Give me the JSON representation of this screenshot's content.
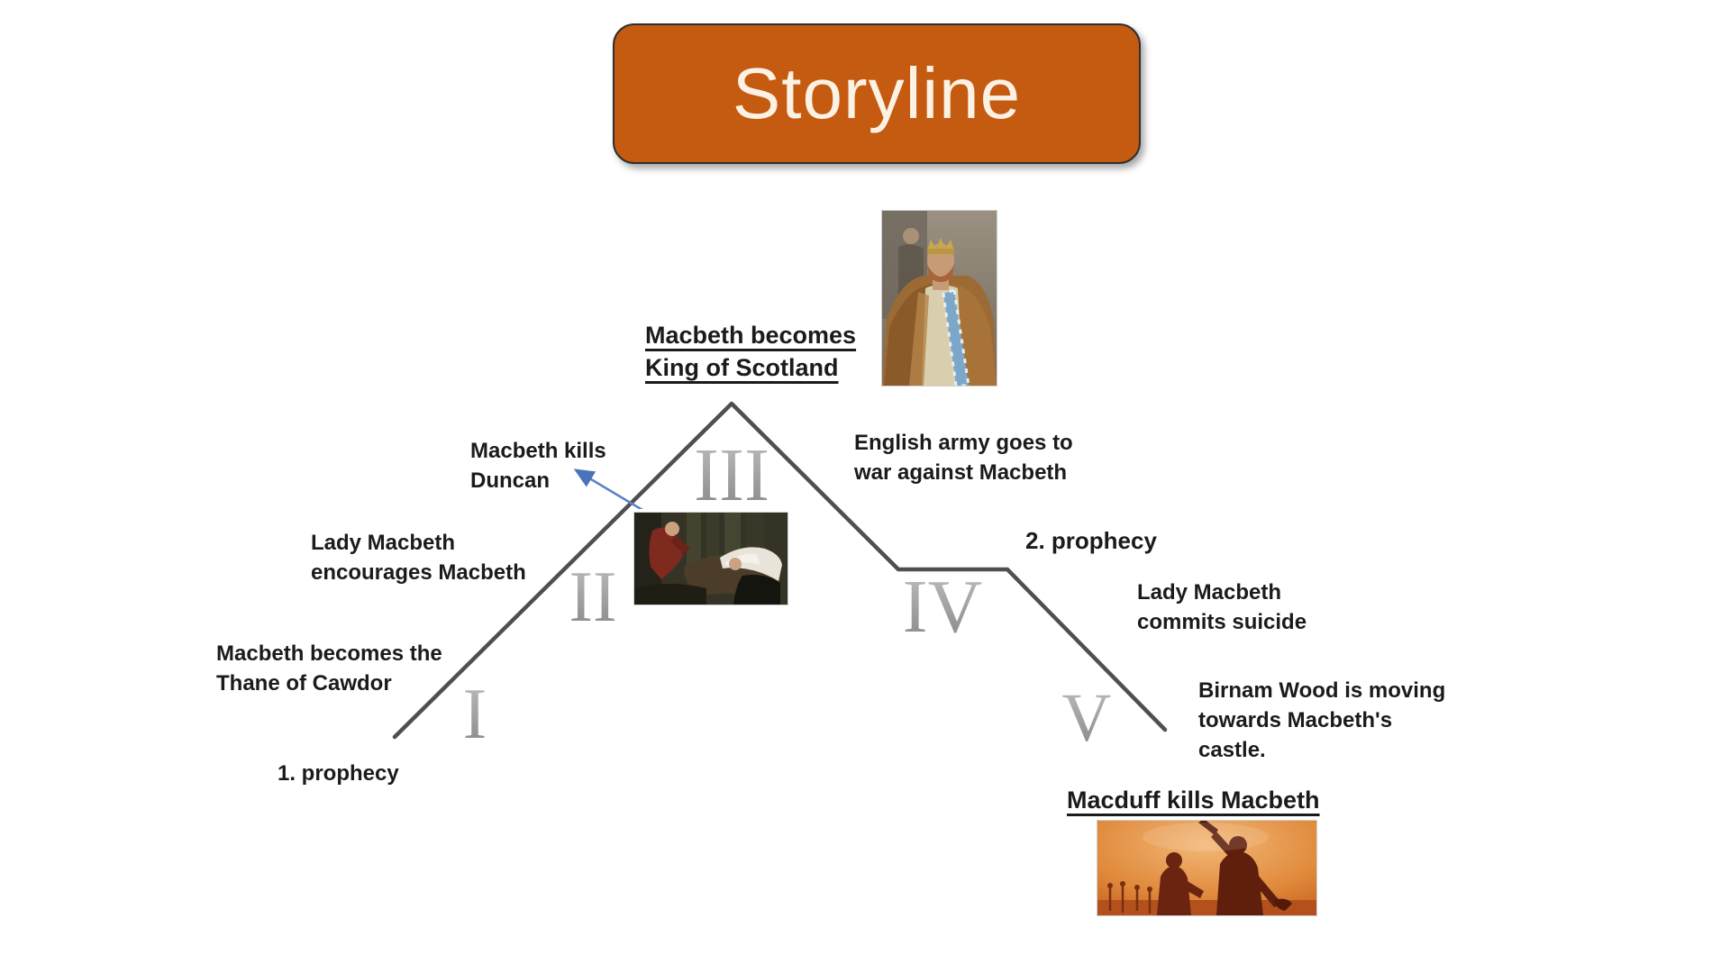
{
  "slide": {
    "title": "Storyline"
  },
  "acts": {
    "act1": "I",
    "act2": "II",
    "act3": "III",
    "act4": "IV",
    "act5": "V"
  },
  "events": {
    "prophecy1": "1. prophecy",
    "thane": "Macbeth becomes the\nThane of Cawdor",
    "lady_encourages": "Lady Macbeth\nencourages Macbeth",
    "kills_duncan": "Macbeth kills\nDuncan",
    "king_scotland": "Macbeth becomes\nKing of Scotland",
    "english_army": "English army goes to\nwar against Macbeth",
    "prophecy2": "2. prophecy",
    "lady_suicide": "Lady Macbeth\ncommits suicide",
    "birnam_wood": "Birnam Wood is moving\ntowards Macbeth's\ncastle.",
    "macduff_kills": "Macduff kills Macbeth"
  },
  "images": {
    "king": "macbeth-crowned-king-photo",
    "duncan_murder": "duncan-murder-painting",
    "macduff_fight": "macduff-kills-macbeth-battle-scene"
  },
  "colors": {
    "title_bg": "#C55A11",
    "title_text": "#FBF2E4",
    "plot_line": "#4f4f4f",
    "numeral_gray": "#9b9b9b",
    "label_text": "#1b1b1b",
    "arrow_blue": "#5b83c4"
  }
}
